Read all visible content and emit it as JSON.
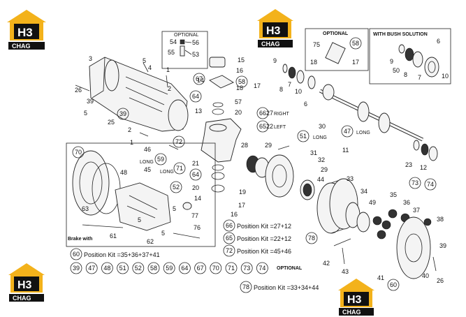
{
  "logo": {
    "mark": "H3",
    "word": "CHAG"
  },
  "boxes": {
    "optional_small": "OPTIONAL",
    "optional_right": "OPTIONAL",
    "bush_solution": "WITH BUSH SOLUTION",
    "brake_note": "Brake with"
  },
  "labels": {
    "right": "RIGHT",
    "left": "LEFT",
    "long": "LONG",
    "optional_bottom": "OPTIONAL"
  },
  "kits": [
    {
      "num": "66",
      "text": "Position Kit =27+12"
    },
    {
      "num": "65",
      "text": "Position Kit =22+12"
    },
    {
      "num": "72",
      "text": "Position Kit =45+46"
    },
    {
      "num": "60",
      "text": "Position Kit =35+36+37+41"
    },
    {
      "num": "78",
      "text": "Position Kit =33+34+44"
    }
  ],
  "optional_row": [
    "39",
    "47",
    "48",
    "51",
    "52",
    "58",
    "59",
    "64",
    "67",
    "70",
    "71",
    "73",
    "74"
  ],
  "callouts": [
    "1",
    "2",
    "3",
    "4",
    "5",
    "6",
    "7",
    "8",
    "9",
    "10",
    "11",
    "12",
    "13",
    "14",
    "15",
    "16",
    "17",
    "18",
    "19",
    "20",
    "21",
    "22",
    "23",
    "25",
    "26",
    "27",
    "28",
    "29",
    "30",
    "31",
    "32",
    "33",
    "34",
    "35",
    "36",
    "37",
    "38",
    "40",
    "41",
    "42",
    "43",
    "44",
    "45",
    "46",
    "49",
    "50",
    "53",
    "54",
    "55",
    "56",
    "57",
    "61",
    "62",
    "63",
    "75",
    "76",
    "77"
  ]
}
